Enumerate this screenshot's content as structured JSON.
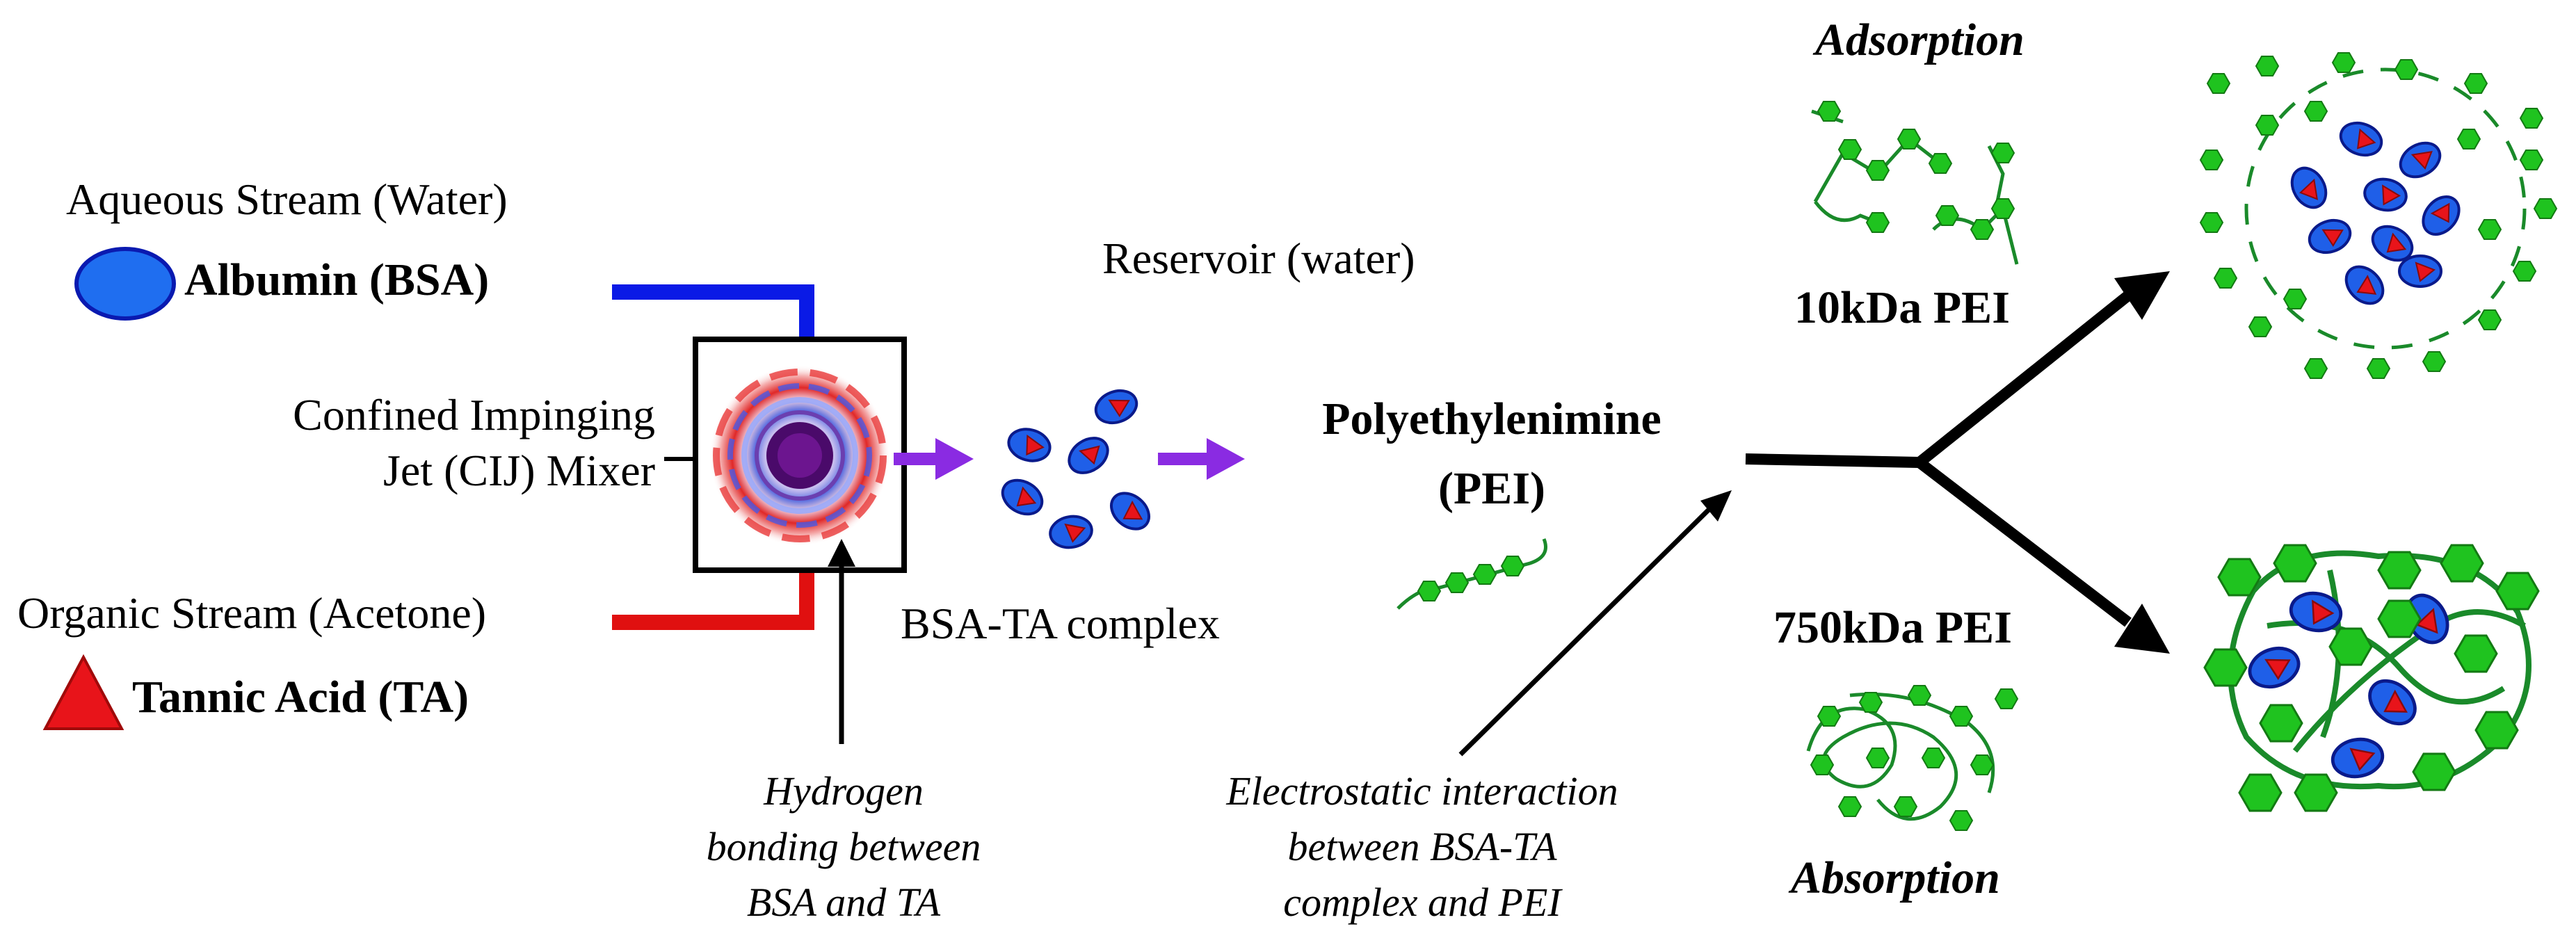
{
  "inputs": {
    "aqueous_stream": "Aqueous Stream (Water)",
    "albumin": "Albumin (BSA)",
    "organic_stream": "Organic Stream (Acetone)",
    "tannic_acid": "Tannic Acid (TA)"
  },
  "mixer": {
    "label_line1": "Confined Impinging",
    "label_line2": "Jet (CIJ) Mixer"
  },
  "complex": {
    "reservoir": "Reservoir (water)",
    "bsa_ta": "BSA-TA complex"
  },
  "pei": {
    "line1": "Polyethylenimine",
    "line2": "(PEI)"
  },
  "annotations": {
    "hydrogen_line1": "Hydrogen",
    "hydrogen_line2": "bonding between",
    "hydrogen_line3": "BSA and TA",
    "electro_line1": "Electrostatic interaction",
    "electro_line2": "between BSA-TA",
    "electro_line3": "complex and PEI"
  },
  "outcomes": {
    "adsorption": "Adsorption",
    "pei_10k": "10kDa PEI",
    "pei_750k": "750kDa PEI",
    "absorption": "Absorption"
  },
  "colors": {
    "bsa_blue": "#1f5fe8",
    "ta_red": "#e8141a",
    "pei_green": "#1fc31f",
    "pei_dark_green": "#1a8a2a",
    "arrow_purple": "#8a2be2",
    "aqueous_line": "#0a1ae6",
    "organic_line": "#e01010"
  }
}
